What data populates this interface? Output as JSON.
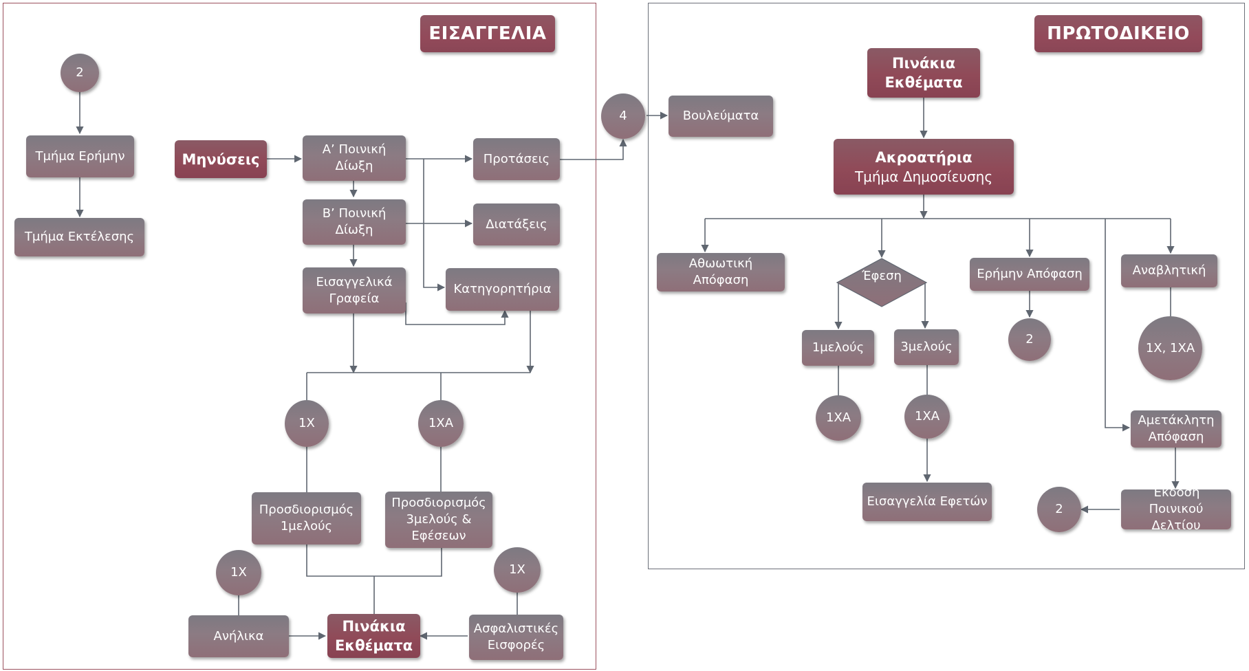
{
  "left_panel": {
    "title": "ΕΙΣΑΓΓΕΛΙΑ",
    "nodes": {
      "c2_top": "2",
      "tmima_erimin": "Τμήμα Ερήμην",
      "tmima_ektelesis": "Τμήμα Εκτέλεσης",
      "minyseis": "Μηνύσεις",
      "a_poiniki": "Α’ Ποινική\nΔίωξη",
      "b_poiniki": "Β’ Ποινική\nΔίωξη",
      "eisaggelika": "Εισαγγελικά\nΓραφεία",
      "protaseis": "Προτάσεις",
      "diataxeis": "Διατάξεις",
      "katigoritiria": "Κατηγορητήρια",
      "c1x": "1Χ",
      "c1xa": "1ΧΑ",
      "prosd_1m": "Προσδιορισμός\n1μελούς",
      "prosd_3m": "Προσδιορισμός\n3μελούς &\nΕφέσεων",
      "c1x_left": "1Χ",
      "c1x_right": "1Χ",
      "anilika": "Ανήλικα",
      "pinakia_left": "Πινάκια\nΕκθέματα",
      "asfalistikes": "Ασφαλιστικές\nΕισφορές"
    }
  },
  "connector": {
    "c4": "4",
    "vouleumata": "Βουλεύματα"
  },
  "right_panel": {
    "title": "ΠΡΩΤΟΔΙΚΕΙΟ",
    "nodes": {
      "pinakia_right": "Πινάκια\nΕκθέματα",
      "akroatiria_title": "Ακροατήρια",
      "akroatiria_sub": "Τμήμα Δημοσίευσης",
      "athootiki": "Αθωωτική Απόφαση",
      "efesi": "Έφεση",
      "erimin_apofasi": "Ερήμην Απόφαση",
      "anavlitiki": "Αναβλητική",
      "imelous": "1μελούς",
      "trimelous": "3μελούς",
      "c2_mid": "2",
      "c1x1xa": "1Χ, 1ΧΑ",
      "c1xa_a": "1ΧΑ",
      "c1xa_b": "1ΧΑ",
      "ametakliti": "Αμετάκλητη\nΑπόφαση",
      "eisaggelia_efeton": "Εισαγγελία Εφετών",
      "ekdosi": "Έκδοση Ποινικού\nΔελτίου",
      "c2_bottom": "2"
    }
  }
}
